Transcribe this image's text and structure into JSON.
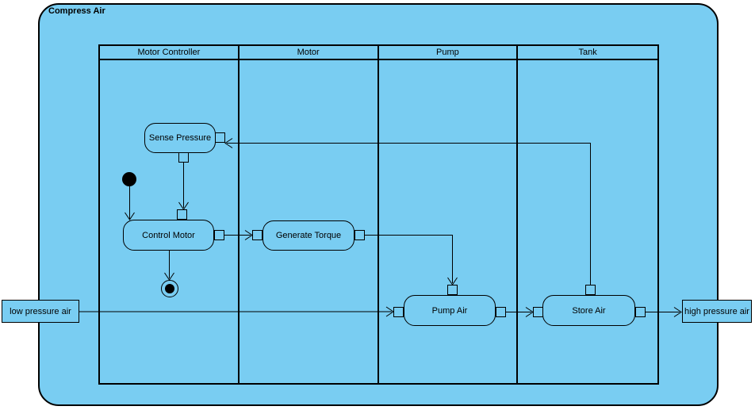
{
  "diagram": {
    "title": "Compress Air",
    "lanes": [
      {
        "label": "Motor Controller"
      },
      {
        "label": "Motor"
      },
      {
        "label": "Pump"
      },
      {
        "label": "Tank"
      }
    ],
    "actions": {
      "sense_pressure": "Sense Pressure",
      "control_motor": "Control Motor",
      "generate_torque": "Generate Torque",
      "pump_air": "Pump Air",
      "store_air": "Store Air"
    },
    "objects": {
      "input": "low pressure air",
      "output": "high pressure air"
    },
    "nodes_special": {
      "initial": "initial-node",
      "final": "activity-final-node"
    },
    "colors": {
      "fill": "#79CDF2",
      "stroke": "#000000",
      "page_background": "#FFFFFF"
    }
  }
}
